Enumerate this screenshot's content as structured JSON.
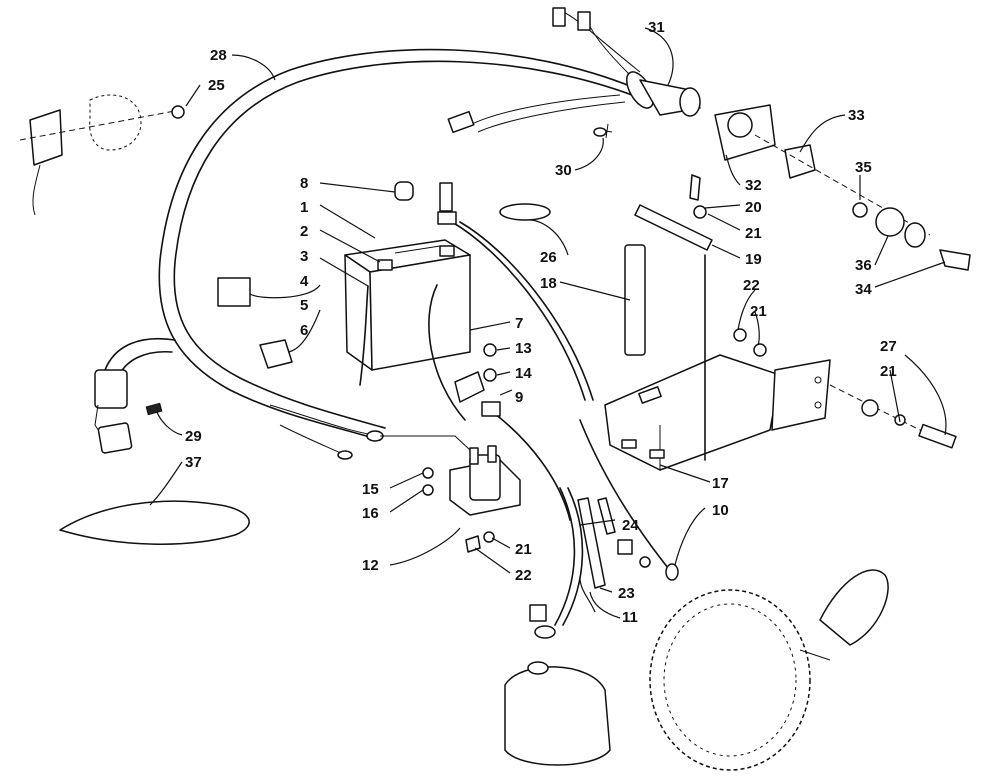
{
  "callouts": [
    {
      "id": "c1",
      "text": "1"
    },
    {
      "id": "c2",
      "text": "2"
    },
    {
      "id": "c3",
      "text": "3"
    },
    {
      "id": "c4",
      "text": "4"
    },
    {
      "id": "c5",
      "text": "5"
    },
    {
      "id": "c6",
      "text": "6"
    },
    {
      "id": "c7",
      "text": "7"
    },
    {
      "id": "c8",
      "text": "8"
    },
    {
      "id": "c9",
      "text": "9"
    },
    {
      "id": "c10",
      "text": "10"
    },
    {
      "id": "c11",
      "text": "11"
    },
    {
      "id": "c12",
      "text": "12"
    },
    {
      "id": "c13",
      "text": "13"
    },
    {
      "id": "c14",
      "text": "14"
    },
    {
      "id": "c15",
      "text": "15"
    },
    {
      "id": "c16",
      "text": "16"
    },
    {
      "id": "c17",
      "text": "17"
    },
    {
      "id": "c18",
      "text": "18"
    },
    {
      "id": "c19",
      "text": "19"
    },
    {
      "id": "c20",
      "text": "20"
    },
    {
      "id": "c21a",
      "text": "21"
    },
    {
      "id": "c21b",
      "text": "21"
    },
    {
      "id": "c21c",
      "text": "21"
    },
    {
      "id": "c21d",
      "text": "21"
    },
    {
      "id": "c22a",
      "text": "22"
    },
    {
      "id": "c22b",
      "text": "22"
    },
    {
      "id": "c23",
      "text": "23"
    },
    {
      "id": "c24",
      "text": "24"
    },
    {
      "id": "c25",
      "text": "25"
    },
    {
      "id": "c26",
      "text": "26"
    },
    {
      "id": "c27",
      "text": "27"
    },
    {
      "id": "c28",
      "text": "28"
    },
    {
      "id": "c29",
      "text": "29"
    },
    {
      "id": "c30",
      "text": "30"
    },
    {
      "id": "c31",
      "text": "31"
    },
    {
      "id": "c32",
      "text": "32"
    },
    {
      "id": "c33",
      "text": "33"
    },
    {
      "id": "c34",
      "text": "34"
    },
    {
      "id": "c35",
      "text": "35"
    },
    {
      "id": "c36",
      "text": "36"
    },
    {
      "id": "c37",
      "text": "37"
    }
  ],
  "colors": {
    "ink": "#111111",
    "paper": "#ffffff"
  }
}
